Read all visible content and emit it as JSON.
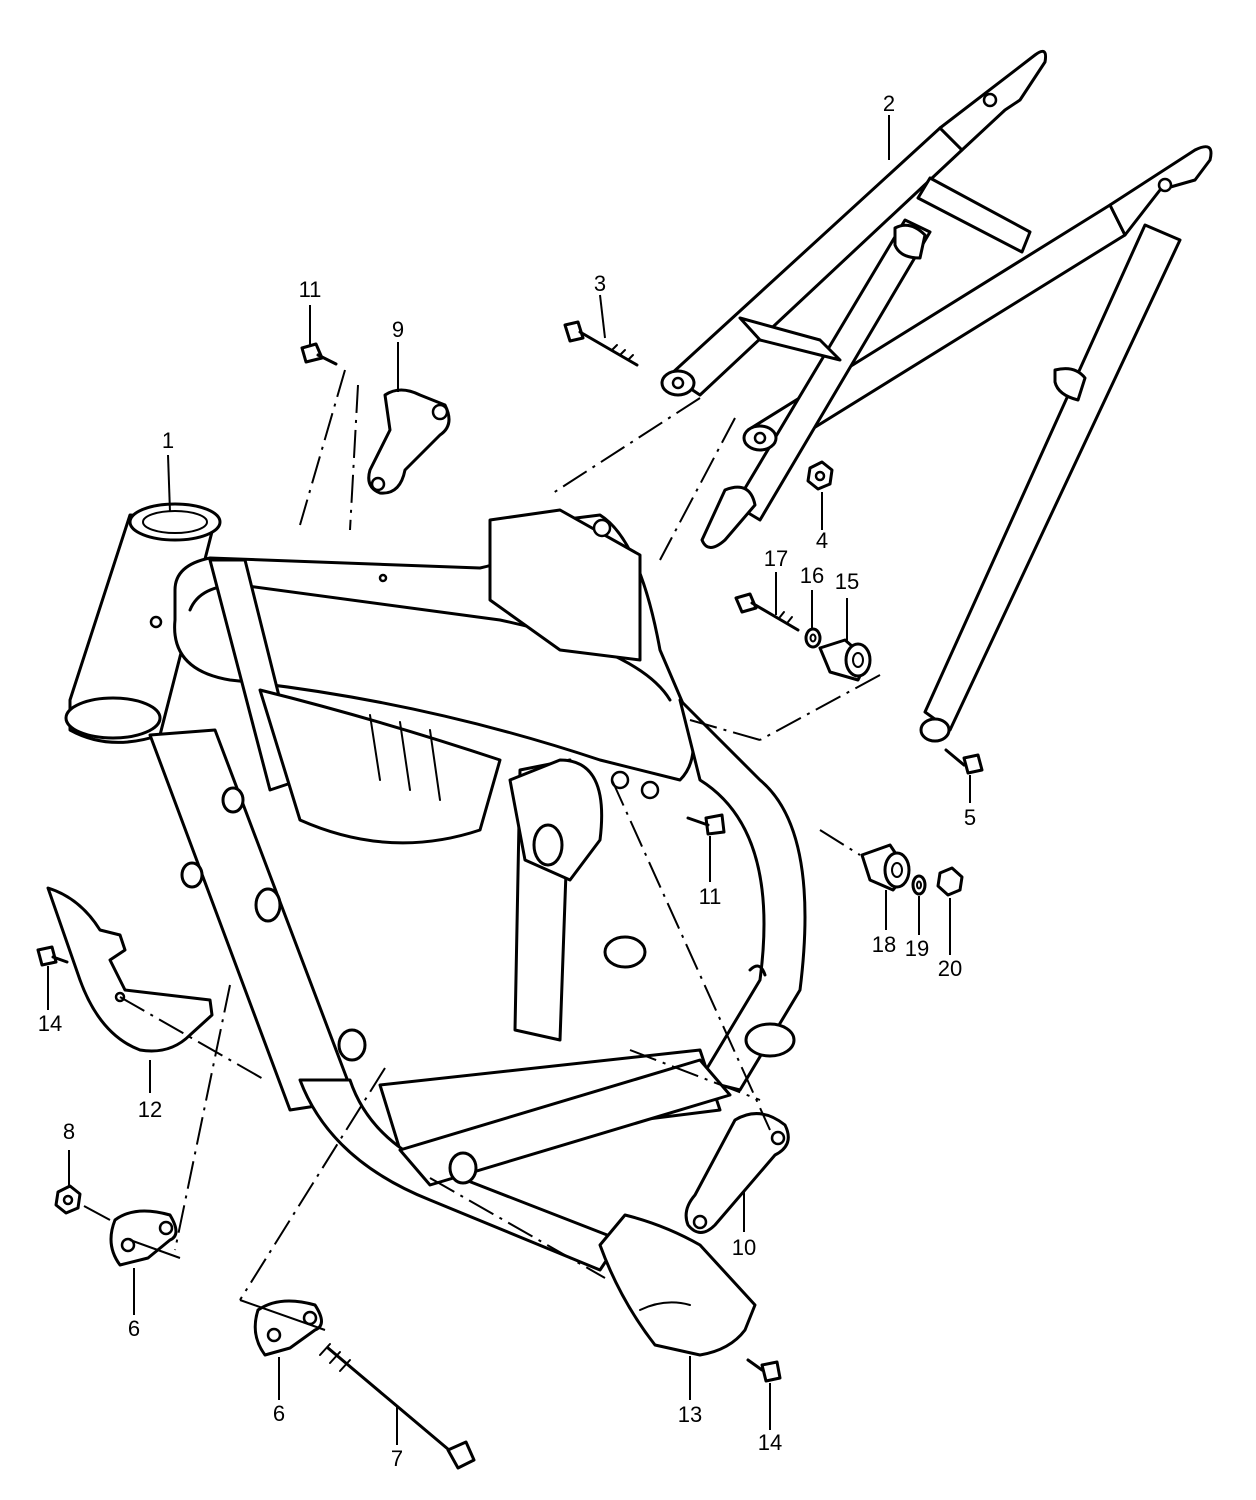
{
  "callouts": {
    "c1": "1",
    "c2": "2",
    "c3": "3",
    "c4": "4",
    "c5": "5",
    "c6a": "6",
    "c6b": "6",
    "c7": "7",
    "c8": "8",
    "c9": "9",
    "c10": "10",
    "c11a": "11",
    "c11b": "11",
    "c12": "12",
    "c13": "13",
    "c14a": "14",
    "c14b": "14",
    "c15": "15",
    "c16": "16",
    "c17": "17",
    "c18": "18",
    "c19": "19",
    "c20": "20"
  },
  "parts": [
    {
      "callout": "1",
      "icon": "main-frame-icon"
    },
    {
      "callout": "2",
      "icon": "rear-subframe-icon"
    },
    {
      "callout": "3",
      "icon": "bolt-icon"
    },
    {
      "callout": "4",
      "icon": "nut-icon"
    },
    {
      "callout": "5",
      "icon": "bolt-icon"
    },
    {
      "callout": "6",
      "icon": "bracket-icon"
    },
    {
      "callout": "7",
      "icon": "long-bolt-icon"
    },
    {
      "callout": "8",
      "icon": "nut-icon"
    },
    {
      "callout": "9",
      "icon": "bracket-icon"
    },
    {
      "callout": "10",
      "icon": "bracket-icon"
    },
    {
      "callout": "11",
      "icon": "bolt-icon"
    },
    {
      "callout": "12",
      "icon": "guard-icon"
    },
    {
      "callout": "13",
      "icon": "guard-icon"
    },
    {
      "callout": "14",
      "icon": "bolt-icon"
    },
    {
      "callout": "15",
      "icon": "bushing-icon"
    },
    {
      "callout": "16",
      "icon": "washer-icon"
    },
    {
      "callout": "17",
      "icon": "bolt-icon"
    },
    {
      "callout": "18",
      "icon": "bushing-icon"
    },
    {
      "callout": "19",
      "icon": "washer-icon"
    },
    {
      "callout": "20",
      "icon": "nut-icon"
    }
  ]
}
